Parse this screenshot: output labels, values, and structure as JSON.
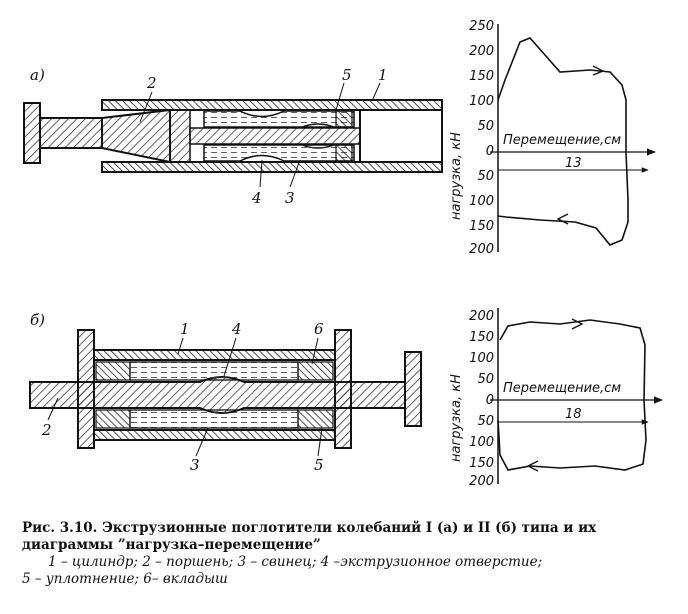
{
  "figure_a": {
    "panel_label": "а)",
    "part_labels": [
      "1",
      "2",
      "3",
      "4",
      "5"
    ],
    "chart": {
      "ylabel": "нагрузка, кН",
      "ticks_up": [
        "250",
        "200",
        "150",
        "100",
        "50",
        "0"
      ],
      "ticks_down": [
        "50",
        "100",
        "150",
        "200"
      ],
      "xlabel": "Перемещение,см",
      "displacement": "13"
    }
  },
  "figure_b": {
    "panel_label": "б)",
    "part_labels": [
      "1",
      "2",
      "3",
      "4",
      "5",
      "6"
    ],
    "chart": {
      "ylabel": "нагрузка, кН",
      "ticks_up": [
        "200",
        "150",
        "100",
        "50",
        "0"
      ],
      "ticks_down": [
        "50",
        "100",
        "150",
        "200"
      ],
      "xlabel": "Перемещение,см",
      "displacement": "18"
    }
  },
  "chart_data": [
    {
      "type": "line",
      "title": "",
      "xlabel": "Перемещение,см",
      "ylabel": "нагрузка, кН",
      "ylim": [
        -200,
        250
      ],
      "x_span_cm": 13
    },
    {
      "type": "line",
      "title": "",
      "xlabel": "Перемещение,см",
      "ylabel": "нагрузка, кН",
      "ylim": [
        -200,
        200
      ],
      "x_span_cm": 18
    }
  ],
  "caption": {
    "title": "Рис. 3.10. Экструзионные поглотители колебаний I (а) и II (б) типа и их диаграммы ”нагрузка–перемещение”",
    "legend_line1": "1 – цилиндр; 2 – поршень; 3 – свинец; 4 –экструзионное отверстие;",
    "legend_line2": "5 – уплотнение; 6– вкладыш"
  }
}
